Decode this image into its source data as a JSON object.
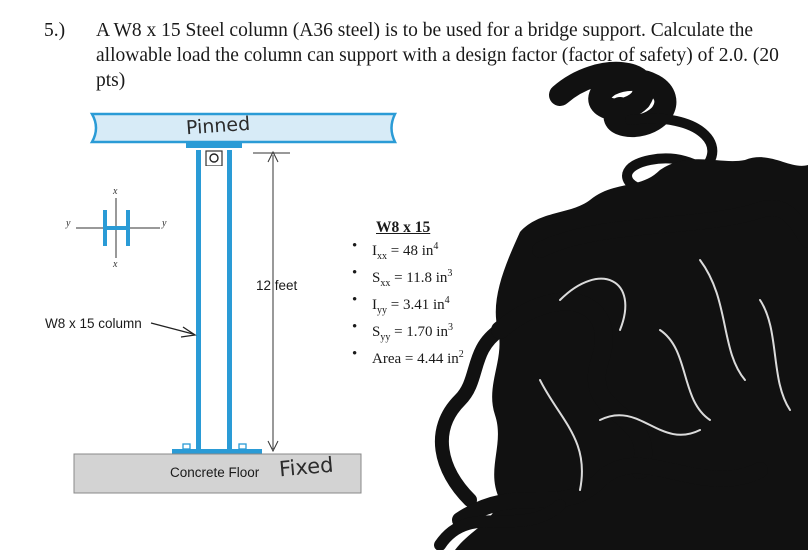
{
  "problem": {
    "number": "5.)",
    "text": "A W8 x 15 Steel column (A36 steel) is to be used for a bridge support.  Calculate the allowable load the column can support with a design factor (factor of safety) of 2.0.  (20 pts)"
  },
  "diagram": {
    "top_annotation": "Pinned",
    "bottom_annotation": "Fixed",
    "height_label": "12 feet",
    "column_label": "W8 x 15 column",
    "floor_label": "Concrete Floor",
    "axis": {
      "x_top": "x",
      "x_bottom": "x",
      "y_left": "y",
      "y_right": "y"
    }
  },
  "properties": {
    "title": "W8 x 15",
    "items": [
      {
        "sym": "I",
        "sub": "xx",
        "val": " = 48 in",
        "sup": "4"
      },
      {
        "sym": "S",
        "sub": "xx",
        "val": " = 11.8 in",
        "sup": "3"
      },
      {
        "sym": "I",
        "sub": "yy",
        "val": " = 3.41 in",
        "sup": "4"
      },
      {
        "sym": "S",
        "sub": "yy",
        "val": " = 1.70 in",
        "sup": "3"
      },
      {
        "sym": "Area",
        "sub": "",
        "val": " = 4.44 in",
        "sup": "2"
      }
    ]
  },
  "colors": {
    "steel": "#2a9bd6",
    "beam_fill": "#d7ebf7",
    "floor_fill": "#d3d3d3",
    "ink": "#1a1a1a",
    "scribble": "#111111"
  }
}
